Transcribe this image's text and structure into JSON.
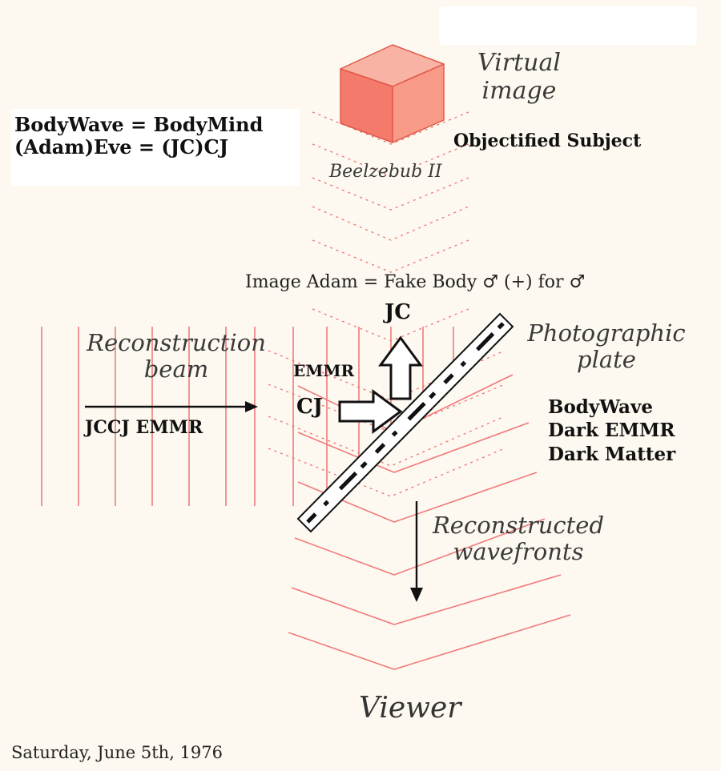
{
  "labels": {
    "virtual_image": [
      "Virtual",
      "image"
    ],
    "objectified_subject": "Objectified Subject",
    "beelzebub": "Beelzebub II",
    "equations": [
      "BodyWave = BodyMind",
      "(Adam)Eve = (JC)CJ"
    ],
    "image_adam": "Image Adam = Fake Body ♂ (+) for ♂",
    "jc": "JC",
    "emmr": "EMMR",
    "cj": "CJ",
    "reconstruction_beam": [
      "Reconstruction",
      "beam"
    ],
    "jccj_emmr": "JCCJ EMMR",
    "photographic_plate": [
      "Photographic",
      "plate"
    ],
    "dark_list": [
      "BodyWave",
      "Dark EMMR",
      "Dark Matter"
    ],
    "reconstructed_wavefronts": [
      "Reconstructed",
      "wavefronts"
    ],
    "viewer": "Viewer",
    "date": "Saturday, June 5th, 1976"
  },
  "colors": {
    "background": "#fdf9f0",
    "wave_lines": "#f07a7a",
    "cube_front": "#f47a6c",
    "cube_top": "#f9b3a5",
    "cube_side": "#f89a88",
    "text_dark": "#111111",
    "text_italic": "#3a3a3a"
  }
}
